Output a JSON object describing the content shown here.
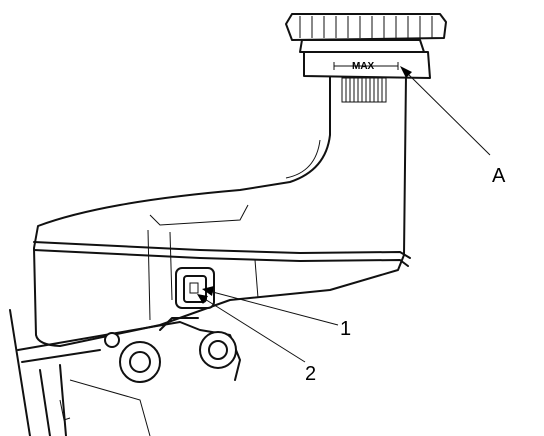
{
  "labels": {
    "max_mark": "MAX",
    "callout_a": "A",
    "callout_1": "1",
    "callout_2": "2"
  }
}
